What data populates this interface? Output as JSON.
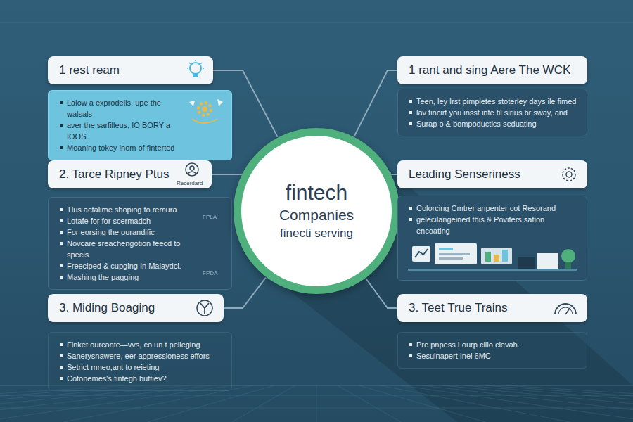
{
  "diagram": {
    "nodes": [
      {
        "text": [
          "1 rest ream"
        ]
      },
      {
        "text": [
          "Lalow a exprodells, upe the walsals",
          "aver the sarfilleus, IO BORY a IOOS.",
          "Moaning tokey inom of finterted"
        ]
      },
      {
        "text": [
          "2. Tarce Ripney Ptus"
        ]
      },
      {
        "text": [
          "Tlus actalime sboping to remura",
          "Lotafe for for scermadch",
          "For eorsing the ourandific",
          "Novcare sreachengotion feecd to specis",
          "Freeciped & cupging In Malaydci.",
          "Mashing the pagging"
        ]
      },
      {
        "text": [
          "3. Miding Boaging"
        ]
      },
      {
        "text": [
          "Finket ourcante—vvs, co un t pelleging",
          "Sanerysnawere, eer appressioness effors",
          "Setrict mneo,ant to reieting",
          "Cotonemes's fintegh buttiev?"
        ]
      },
      {
        "text": [
          "fintech",
          "Companies",
          "finecti serving"
        ]
      },
      {
        "text": [
          "1 rant and sing Aere The WCK"
        ]
      },
      {
        "text": [
          "Teen, ley Irst pimpletes stoterley days ile fimed",
          "lav fincirt you insst inte til sirius br sway, and",
          "Surap o & bompoductics seduating"
        ]
      },
      {
        "text": [
          "Leading Senseriness"
        ]
      },
      {
        "text": [
          "Colorcing Cmtrer anpenter cot Resorand",
          "gelecilangeined this & Povifers sation encoating"
        ]
      },
      {
        "text": [
          "3. Teet True Trains"
        ]
      },
      {
        "text": [
          "Pre pnpess Lourp cillo clevah.",
          "Sesuinapert Inei 6MC"
        ]
      }
    ],
    "edges": [
      {
        "from": 6,
        "to": 0,
        "arrow": "none"
      },
      {
        "from": 6,
        "to": 2,
        "arrow": "none"
      },
      {
        "from": 6,
        "to": 4,
        "arrow": "none"
      },
      {
        "from": 6,
        "to": 7,
        "arrow": "none"
      },
      {
        "from": 6,
        "to": 9,
        "arrow": "none"
      },
      {
        "from": 6,
        "to": 11,
        "arrow": "none"
      }
    ],
    "labels": [
      "Recerdard",
      "FPLA",
      "FPDA"
    ]
  }
}
